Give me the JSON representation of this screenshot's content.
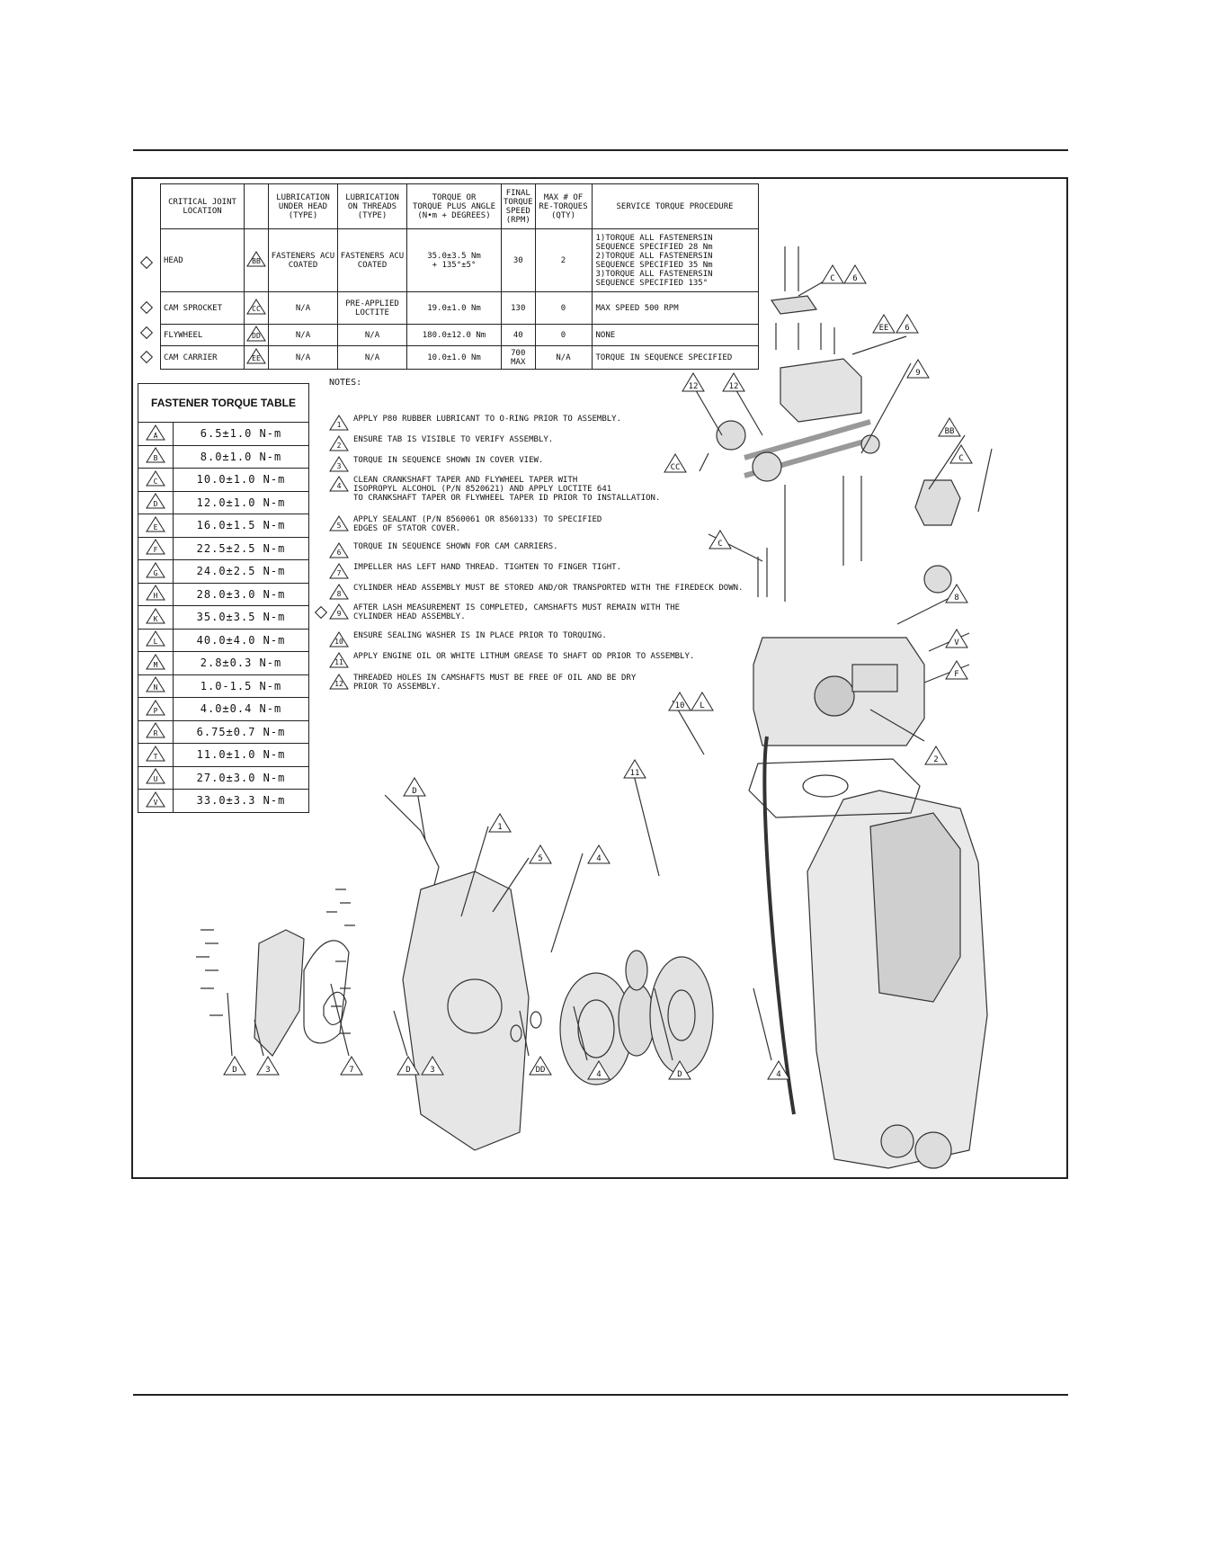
{
  "critical_joint_table": {
    "headers": [
      "CRITICAL JOINT\nLOCATION",
      "",
      "LUBRICATION\nUNDER HEAD\n(TYPE)",
      "LUBRICATION\nON THREADS\n(TYPE)",
      "TORQUE OR\nTORQUE PLUS ANGLE\n(N•m + DEGREES)",
      "FINAL\nTORQUE\nSPEED\n(RPM)",
      "MAX # OF\nRE-TORQUES\n(QTY)",
      "SERVICE TORQUE PROCEDURE"
    ],
    "rows": [
      {
        "location": "HEAD",
        "symbol": "BB",
        "under_head": "FASTENERS ACU\nCOATED",
        "on_threads": "FASTENERS ACU\nCOATED",
        "torque": "35.0±3.5 Nm\n+ 135°±5°",
        "speed": "30",
        "retorques": "2",
        "procedure": "1)TORQUE ALL FASTENERSIN\n   SEQUENCE SPECIFIED 28 Nm\n2)TORQUE ALL FASTENERSIN\n   SEQUENCE SPECIFIED 35 Nm\n3)TORQUE ALL FASTENERSIN\n   SEQUENCE SPECIFIED 135°"
      },
      {
        "location": "CAM SPROCKET",
        "symbol": "CC",
        "under_head": "N/A",
        "on_threads": "PRE-APPLIED\nLOCTITE",
        "torque": "19.0±1.0 Nm",
        "speed": "130",
        "retorques": "0",
        "procedure": "MAX SPEED 500 RPM"
      },
      {
        "location": "FLYWHEEL",
        "symbol": "DD",
        "under_head": "N/A",
        "on_threads": "N/A",
        "torque": "180.0±12.0 Nm",
        "speed": "40",
        "retorques": "0",
        "procedure": "NONE"
      },
      {
        "location": "CAM CARRIER",
        "symbol": "EE",
        "under_head": "N/A",
        "on_threads": "N/A",
        "torque": "10.0±1.0 Nm",
        "speed": "700\nMAX",
        "retorques": "N/A",
        "procedure": "TORQUE IN SEQUENCE SPECIFIED"
      }
    ]
  },
  "fastener_table": {
    "title": "FASTENER TORQUE TABLE",
    "rows": [
      {
        "sym": "A",
        "val": "6.5±1.0 N-m"
      },
      {
        "sym": "B",
        "val": "8.0±1.0 N-m"
      },
      {
        "sym": "C",
        "val": "10.0±1.0 N-m"
      },
      {
        "sym": "D",
        "val": "12.0±1.0 N-m"
      },
      {
        "sym": "E",
        "val": "16.0±1.5 N-m"
      },
      {
        "sym": "F",
        "val": "22.5±2.5 N-m"
      },
      {
        "sym": "G",
        "val": "24.0±2.5 N-m"
      },
      {
        "sym": "H",
        "val": "28.0±3.0 N-m"
      },
      {
        "sym": "K",
        "val": "35.0±3.5 N-m"
      },
      {
        "sym": "L",
        "val": "40.0±4.0 N-m"
      },
      {
        "sym": "M",
        "val": "2.8±0.3 N-m"
      },
      {
        "sym": "N",
        "val": "1.0-1.5 N-m"
      },
      {
        "sym": "P",
        "val": "4.0±0.4 N-m"
      },
      {
        "sym": "R",
        "val": "6.75±0.7 N-m"
      },
      {
        "sym": "T",
        "val": "11.0±1.0 N-m"
      },
      {
        "sym": "U",
        "val": "27.0±3.0 N-m"
      },
      {
        "sym": "V",
        "val": "33.0±3.3 N-m"
      }
    ]
  },
  "notes": {
    "title": "NOTES:",
    "items": [
      {
        "num": "1",
        "text": "APPLY P80 RUBBER LUBRICANT TO O-RING PRIOR TO ASSEMBLY."
      },
      {
        "num": "2",
        "text": "ENSURE TAB IS VISIBLE TO VERIFY ASSEMBLY."
      },
      {
        "num": "3",
        "text": "TORQUE IN SEQUENCE SHOWN IN COVER VIEW."
      },
      {
        "num": "4",
        "text": "CLEAN CRANKSHAFT TAPER AND FLYWHEEL TAPER WITH\nISOPROPYL ALCOHOL (P/N 8520621) AND APPLY LOCTITE 641\nTO CRANKSHAFT TAPER OR FLYWHEEL TAPER ID PRIOR TO INSTALLATION."
      },
      {
        "num": "5",
        "text": "APPLY SEALANT (P/N 8560061 OR 8560133) TO SPECIFIED\nEDGES OF STATOR COVER."
      },
      {
        "num": "6",
        "text": "TORQUE IN SEQUENCE SHOWN FOR CAM CARRIERS."
      },
      {
        "num": "7",
        "text": "IMPELLER HAS LEFT HAND THREAD. TIGHTEN TO FINGER TIGHT."
      },
      {
        "num": "8",
        "text": "CYLINDER HEAD ASSEMBLY MUST BE STORED AND/OR TRANSPORTED WITH THE FIREDECK DOWN."
      },
      {
        "num": "9",
        "text": "AFTER LASH MEASUREMENT IS COMPLETED, CAMSHAFTS MUST REMAIN WITH THE\nCYLINDER HEAD ASSEMBLY."
      },
      {
        "num": "10",
        "text": "ENSURE SEALING WASHER IS IN PLACE PRIOR TO TORQUING."
      },
      {
        "num": "11",
        "text": "APPLY ENGINE OIL OR WHITE LITHUM GREASE TO SHAFT OD PRIOR TO ASSEMBLY."
      },
      {
        "num": "12",
        "text": "THREADED HOLES IN CAMSHAFTS MUST BE FREE OF OIL AND BE DRY\nPRIOR TO ASSEMBLY."
      }
    ]
  },
  "callouts": [
    "C",
    "6",
    "EE",
    "6",
    "12",
    "12",
    "9",
    "BB",
    "C",
    "CC",
    "C",
    "8",
    "V",
    "F",
    "10",
    "L",
    "2",
    "D",
    "1",
    "5",
    "11",
    "4",
    "D",
    "3",
    "7",
    "D",
    "3",
    "DD",
    "4",
    "D",
    "4"
  ]
}
